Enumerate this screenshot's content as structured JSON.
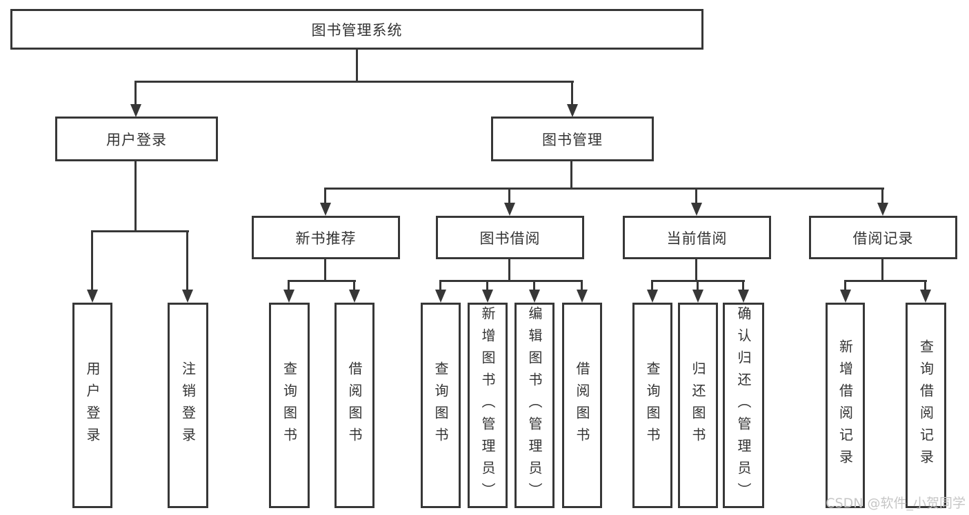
{
  "diagram": {
    "root": "图书管理系统",
    "level2": [
      "用户登录",
      "图书管理"
    ],
    "level3": [
      "新书推荐",
      "图书借阅",
      "当前借阅",
      "借阅记录"
    ],
    "leaves": [
      "用户登录",
      "注销登录",
      "查询图书",
      "借阅图书",
      "查询图书",
      "新增图书（管理员）",
      "编辑图书（管理员）",
      "借阅图书",
      "查询图书",
      "归还图书",
      "确认归还（管理员）",
      "新增借阅记录",
      "查询借阅记录"
    ],
    "structure": {
      "图书管理系统": {
        "用户登录": [
          "用户登录",
          "注销登录"
        ],
        "图书管理": {
          "新书推荐": [
            "查询图书",
            "借阅图书"
          ],
          "图书借阅": [
            "查询图书",
            "新增图书（管理员）",
            "编辑图书（管理员）",
            "借阅图书"
          ],
          "当前借阅": [
            "查询图书",
            "归还图书",
            "确认归还（管理员）"
          ],
          "借阅记录": [
            "新增借阅记录",
            "查询借阅记录"
          ]
        }
      }
    },
    "colors": {
      "line": "#373737",
      "text": "#333333",
      "box_fill": "#ffffff",
      "background": "#ffffff",
      "watermark": "#c6c6c6"
    }
  },
  "watermark": "CSDN @软件_小贺同学"
}
